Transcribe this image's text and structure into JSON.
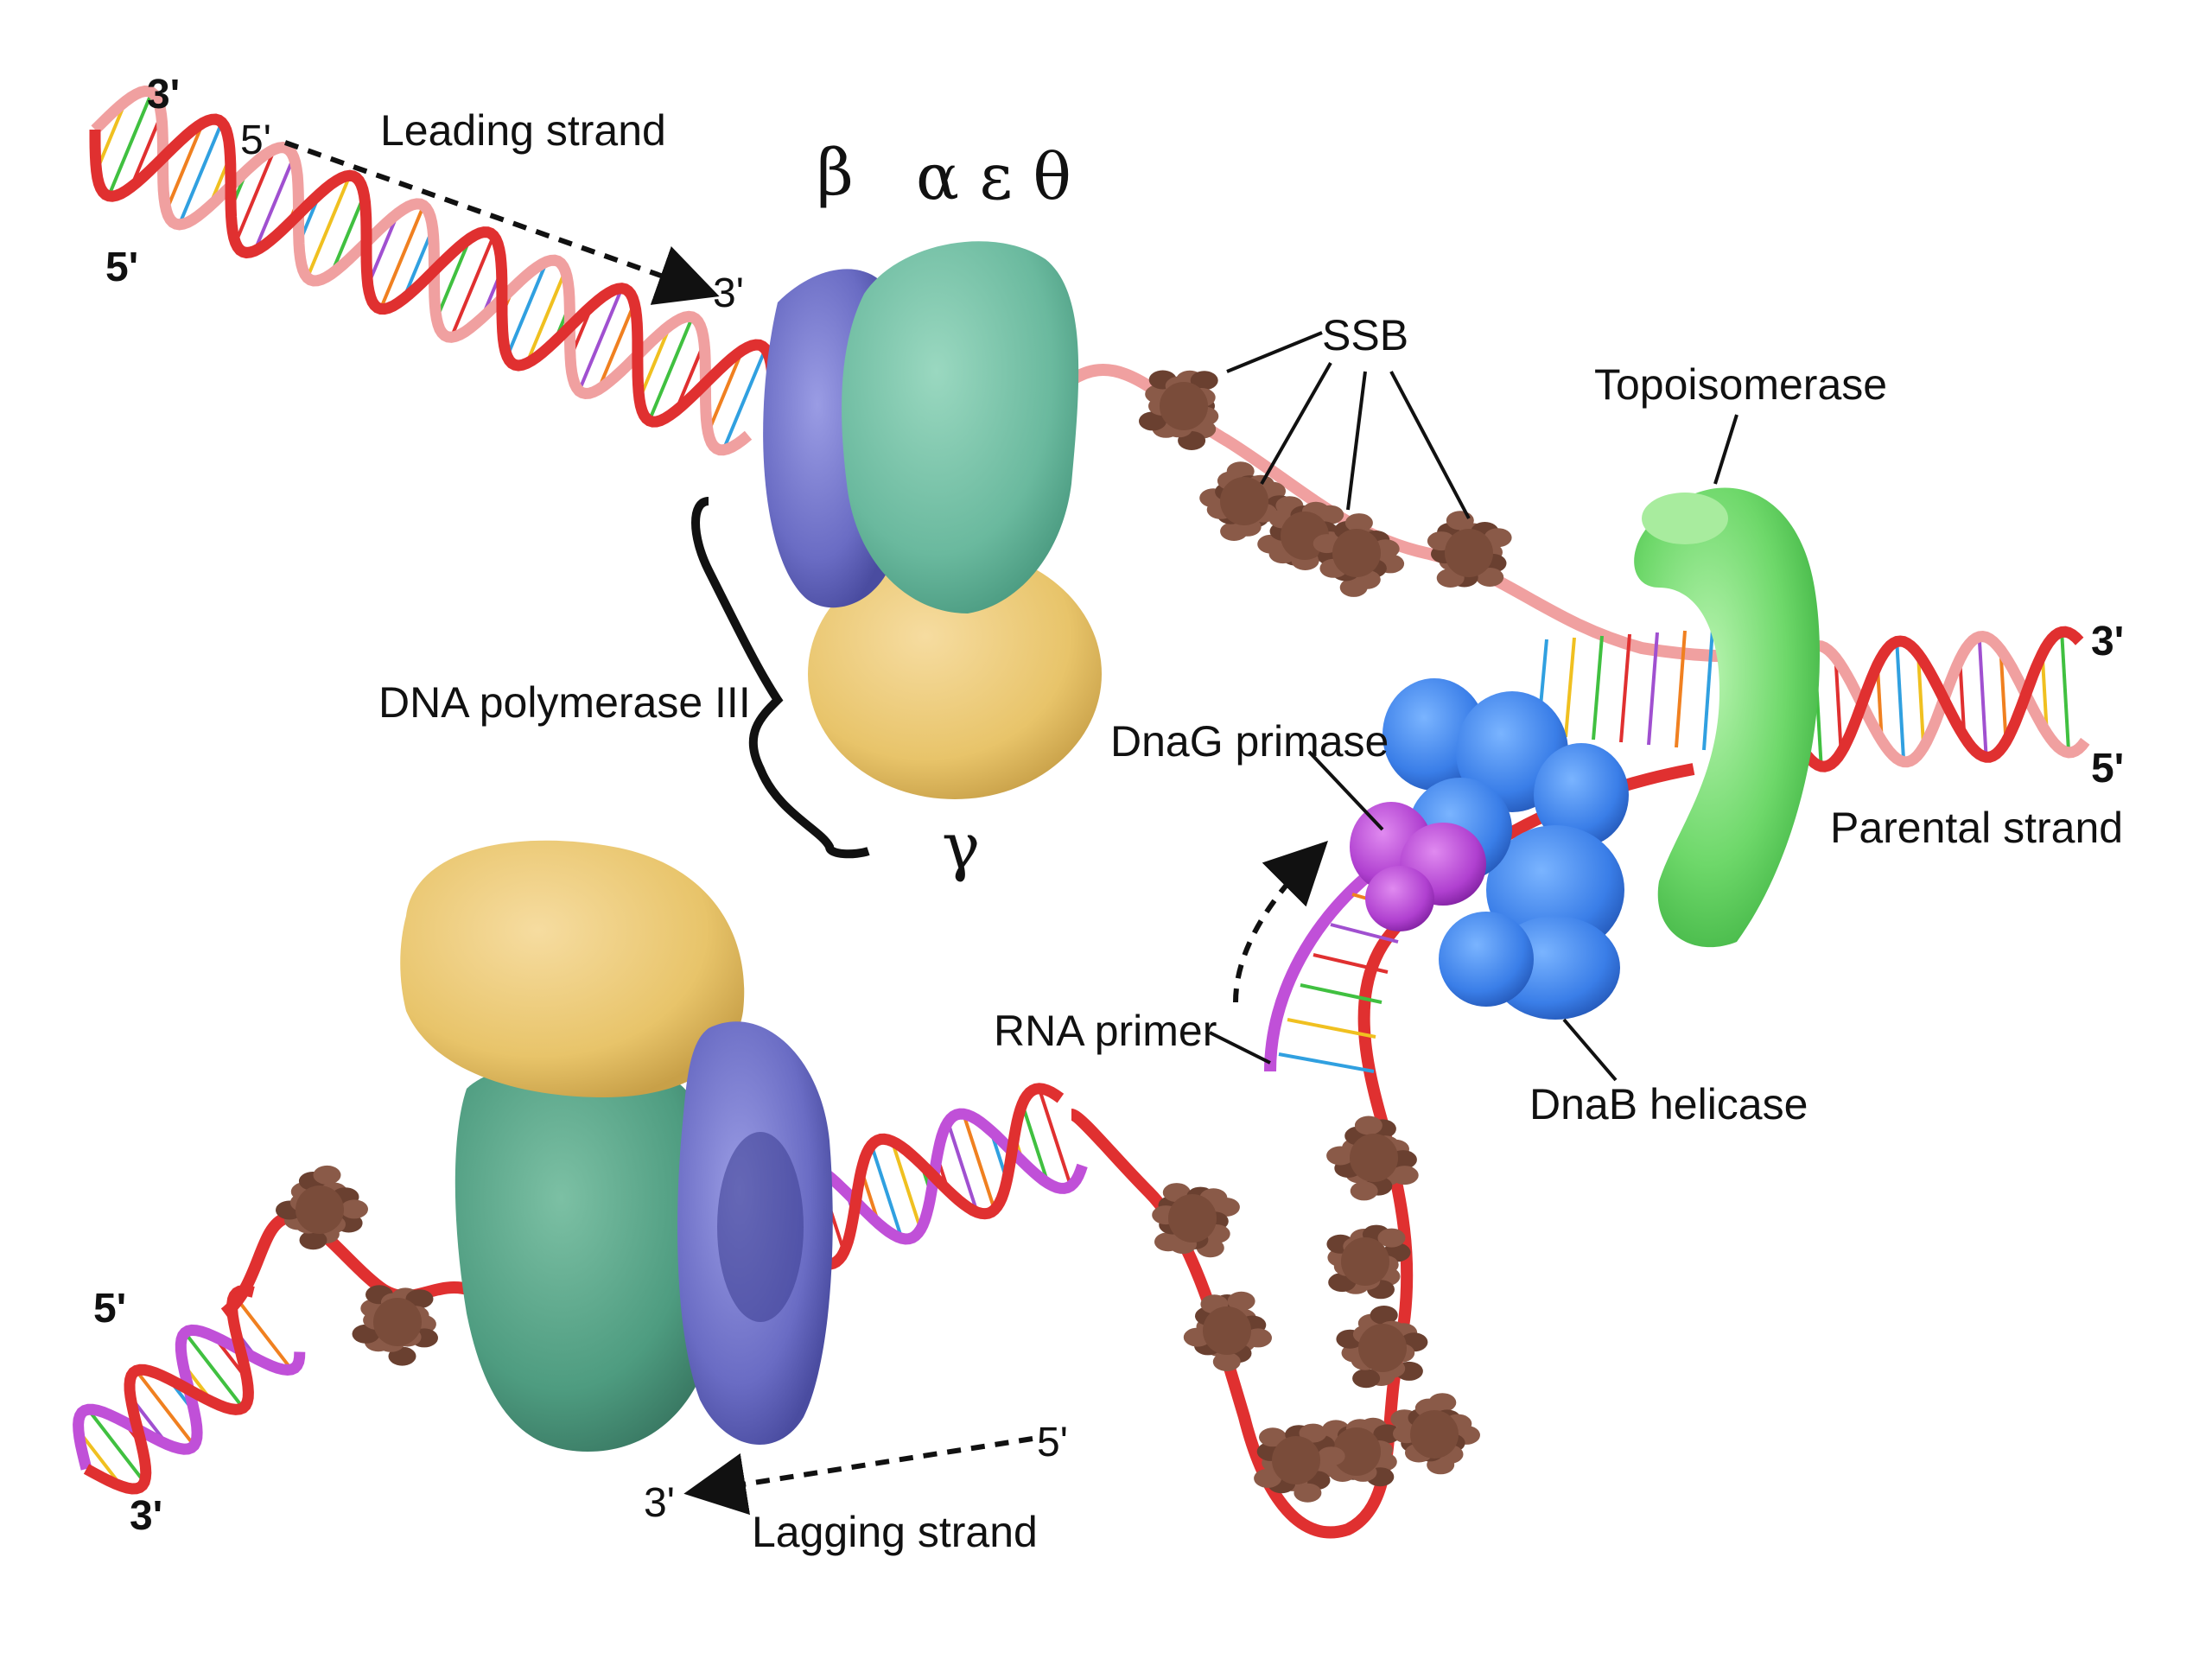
{
  "colors": {
    "strand_red": "#e03030",
    "strand_pink": "#f0a0a0",
    "rna_magenta": "#c050d8",
    "beta_clamp": "#6a6cc4",
    "alpha_epsilon_theta": "#6ab99e",
    "gamma": "#e8c46a",
    "ssb": "#8a5a48",
    "topoisomerase": "#6ed86a",
    "helicase": "#3a7ee8",
    "primase": "#b040d0"
  },
  "labels": {
    "leading_strand": "Leading strand",
    "lagging_strand": "Lagging strand",
    "parental_strand": "Parental strand",
    "dna_polymerase": "DNA polymerase III",
    "ssb": "SSB",
    "topoisomerase": "Topoisomerase",
    "dnag_primase": "DnaG primase",
    "rna_primer": "RNA primer",
    "dnab_helicase": "DnaB helicase",
    "beta": "β",
    "alpha_epsilon_theta": "α ε θ",
    "gamma": "γ"
  },
  "ends": {
    "leading_top_3": "3'",
    "leading_top_5": "5'",
    "leading_left_5": "5'",
    "leading_arrow_3": "3'",
    "parental_3": "3'",
    "parental_5": "5'",
    "lagging_left_5": "5'",
    "lagging_left_3": "3'",
    "lagging_arrow_5": "5'",
    "lagging_arrow_3": "3'"
  }
}
